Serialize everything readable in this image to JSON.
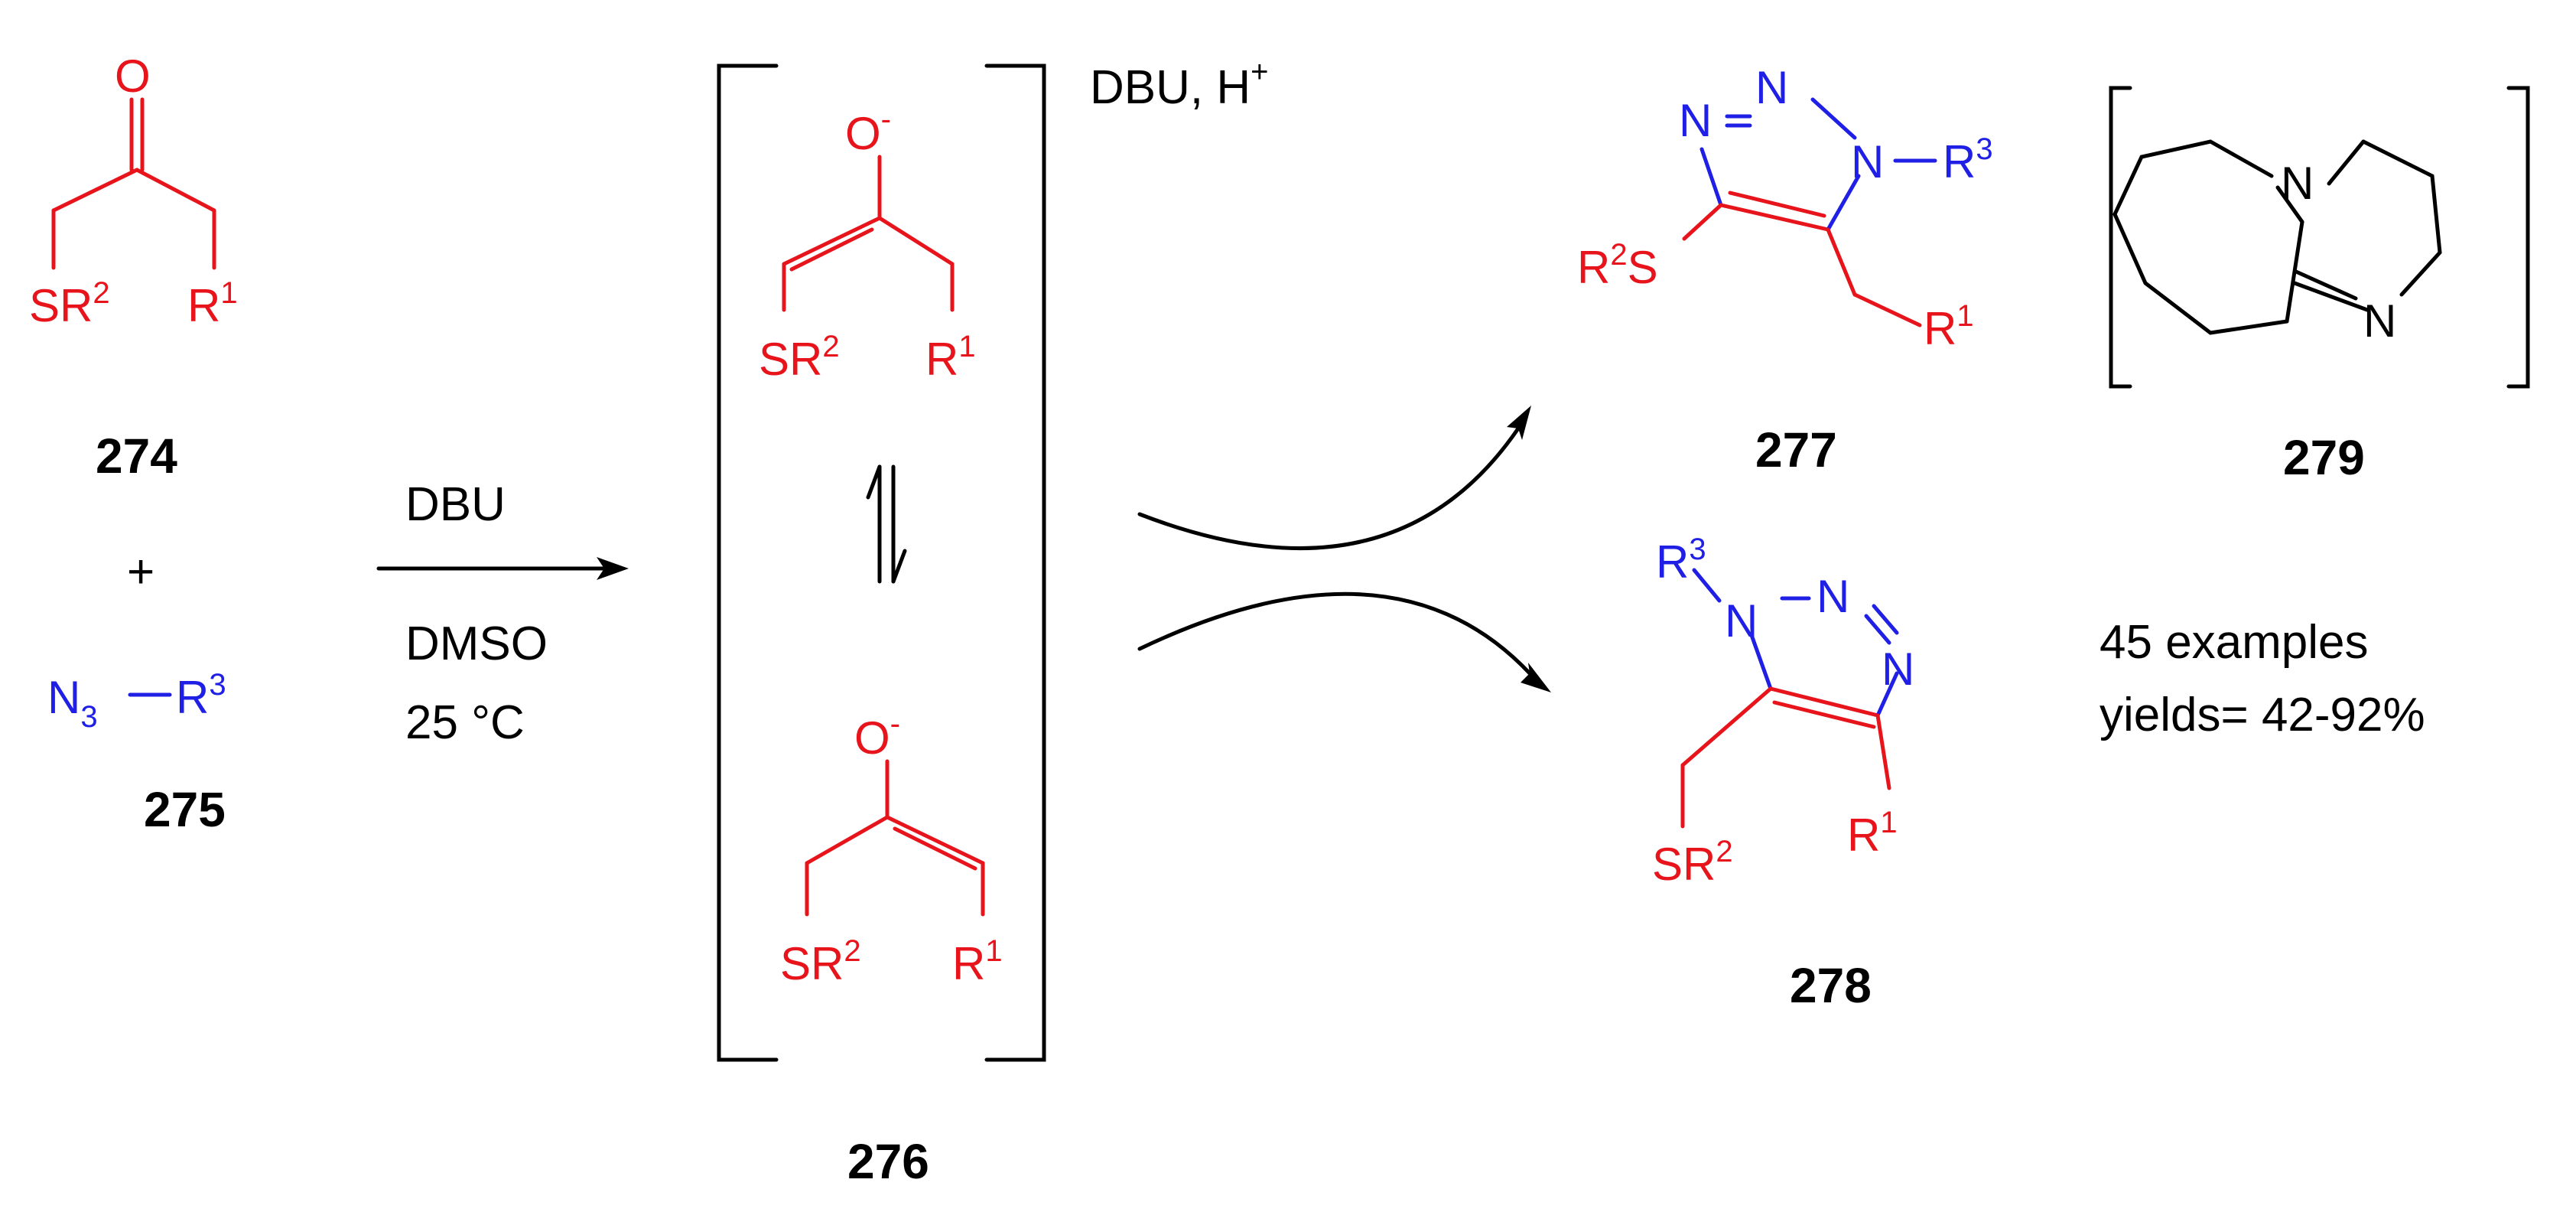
{
  "labels": {
    "O": "O",
    "O_minus": "-",
    "S": "S",
    "R": "R",
    "N": "N",
    "N3": "N",
    "sub3": "3",
    "sup1": "1",
    "sup2": "2",
    "sup3": "3",
    "plus": "+",
    "h_plus": "+"
  },
  "compounds": {
    "c274": "274",
    "c275": "275",
    "c276": "276",
    "c277": "277",
    "c278": "278",
    "c279": "279"
  },
  "conditions": {
    "reagent": "DBU",
    "solvent": "DMSO",
    "temperature": "25 °C",
    "second_step": "DBU, H"
  },
  "summary": {
    "examples": "45 examples",
    "yields": "yields= 42-92%"
  },
  "colors": {
    "substrate": "#e8141c",
    "azide": "#1f1fe6",
    "text": "#000000"
  }
}
